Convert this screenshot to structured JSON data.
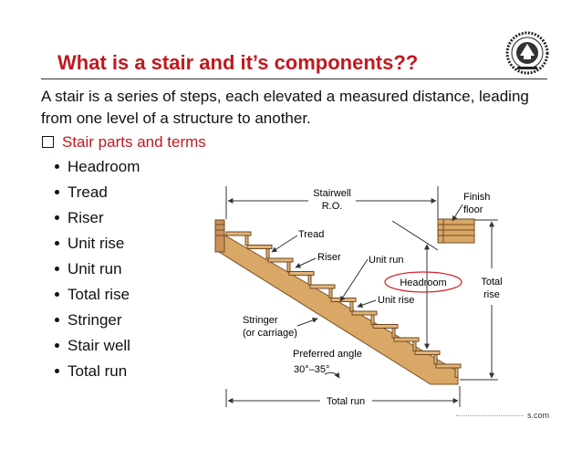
{
  "slide": {
    "title": "What is a stair and it’s components??",
    "intro": "A stair is a series of steps, each elevated a measured distance, leading from one level of a structure to another.",
    "parts_heading": "Stair parts and terms",
    "terms": [
      "Headroom",
      "Tread",
      "Riser",
      "Unit rise",
      "Unit run",
      "Total rise",
      "Stringer",
      "Stair well",
      "Total run"
    ],
    "footer_text": "s.com"
  },
  "diagram": {
    "stairwell_label_1": "Stairwell",
    "stairwell_label_2": "R.O.",
    "finish_floor_label_1": "Finish",
    "finish_floor_label_2": "floor",
    "tread_label": "Tread",
    "riser_label": "Riser",
    "unit_run_label": "Unit run",
    "headroom_label": "Headroom",
    "unit_rise_label": "Unit rise",
    "total_rise_label_1": "Total",
    "total_rise_label_2": "rise",
    "stringer_label_1": "Stringer",
    "stringer_label_2": "(or carriage)",
    "angle_label_1": "Preferred angle",
    "angle_label_2": "30°–35°",
    "total_run_label": "Total run",
    "wood_color": "#d9a867",
    "wood_dark": "#a5713b",
    "highlight_color": "#d6262a"
  }
}
